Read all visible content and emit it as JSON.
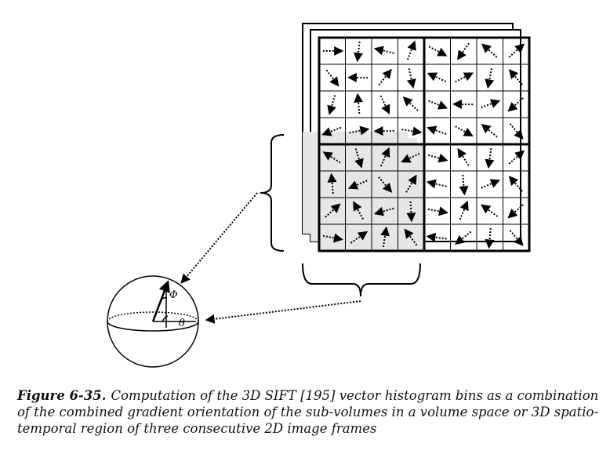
{
  "figure": {
    "label": "Figure 6-35.",
    "caption": "Computation of the 3D SIFT [195] vector histogram bins as a combination of the combined gradient orientation of the sub-volumes in a volume space or 3D spatio-temporal region of three consecutive 2D image frames"
  },
  "diagram": {
    "sphere_labels": {
      "phi": "Φ",
      "theta": "θ"
    },
    "highlight_color": "#e6e6e6",
    "line_color": "#000000"
  }
}
